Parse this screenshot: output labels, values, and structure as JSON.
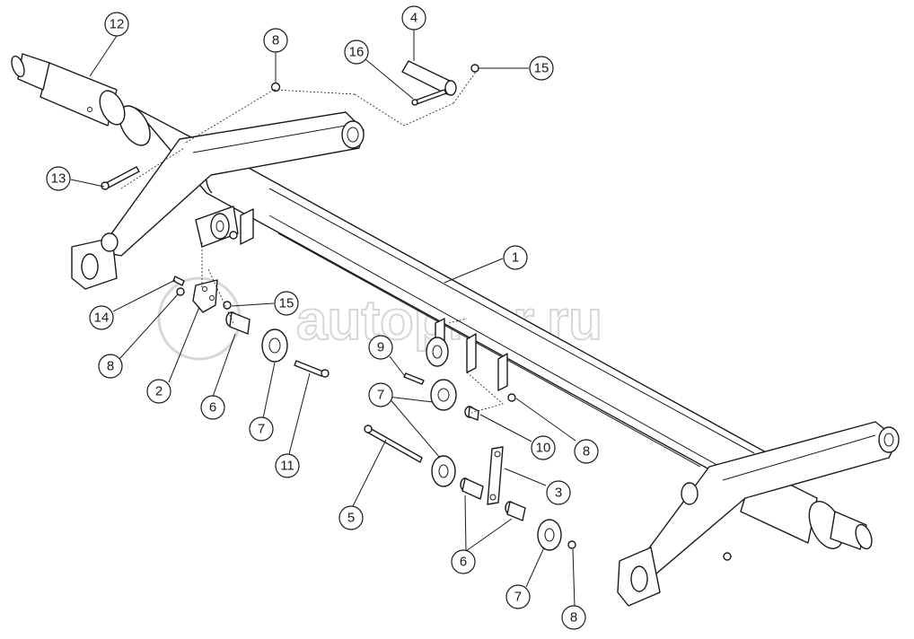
{
  "watermark": {
    "text": "autopiter.ru"
  },
  "callouts": [
    {
      "id": "c12",
      "label": "12"
    },
    {
      "id": "c8a",
      "label": "8"
    },
    {
      "id": "c4",
      "label": "4"
    },
    {
      "id": "c16",
      "label": "16"
    },
    {
      "id": "c15a",
      "label": "15"
    },
    {
      "id": "c13",
      "label": "13"
    },
    {
      "id": "c1",
      "label": "1"
    },
    {
      "id": "c14",
      "label": "14"
    },
    {
      "id": "c15b",
      "label": "15"
    },
    {
      "id": "c8b",
      "label": "8"
    },
    {
      "id": "c2",
      "label": "2"
    },
    {
      "id": "c6a",
      "label": "6"
    },
    {
      "id": "c7a",
      "label": "7"
    },
    {
      "id": "c11",
      "label": "11"
    },
    {
      "id": "c9",
      "label": "9"
    },
    {
      "id": "c7b",
      "label": "7"
    },
    {
      "id": "c10",
      "label": "10"
    },
    {
      "id": "c8c",
      "label": "8"
    },
    {
      "id": "c5",
      "label": "5"
    },
    {
      "id": "c3",
      "label": "3"
    },
    {
      "id": "c6b",
      "label": "6"
    },
    {
      "id": "c7c",
      "label": "7"
    },
    {
      "id": "c8d",
      "label": "8"
    }
  ]
}
